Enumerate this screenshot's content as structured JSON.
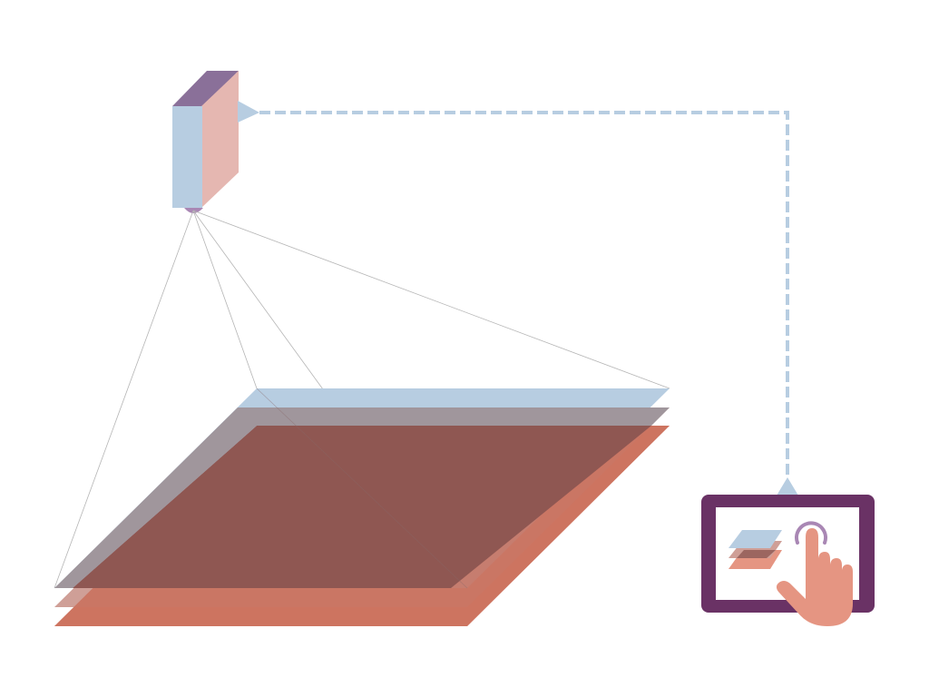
{
  "colors": {
    "background": "#ffffff",
    "blue_layer": "#b7cde1",
    "mauve_layer": "#cf9f97",
    "orange_layer": "#e59582",
    "dark_surface": "#8f5752",
    "red_stripe": "#c96e5b",
    "device_front": "#b7cde1",
    "device_side": "#e5b7b1",
    "device_top": "#8a7099",
    "lens": "#a987b4",
    "connector": "#b7cde1",
    "tablet_frame": "#6a3265",
    "hand": "#e59582",
    "ray_line": "#b5b5b5"
  },
  "diagram": {
    "components": [
      "projector-device",
      "projection-rays",
      "layered-surfaces",
      "connection-line",
      "tablet"
    ],
    "layer_count": 3,
    "connection_style": "dashed"
  },
  "tablet": {
    "screen_icon": "stacked-layers-icon",
    "gesture_icon": "touch-hand-icon"
  },
  "device": {
    "icon": "projector-icon"
  }
}
